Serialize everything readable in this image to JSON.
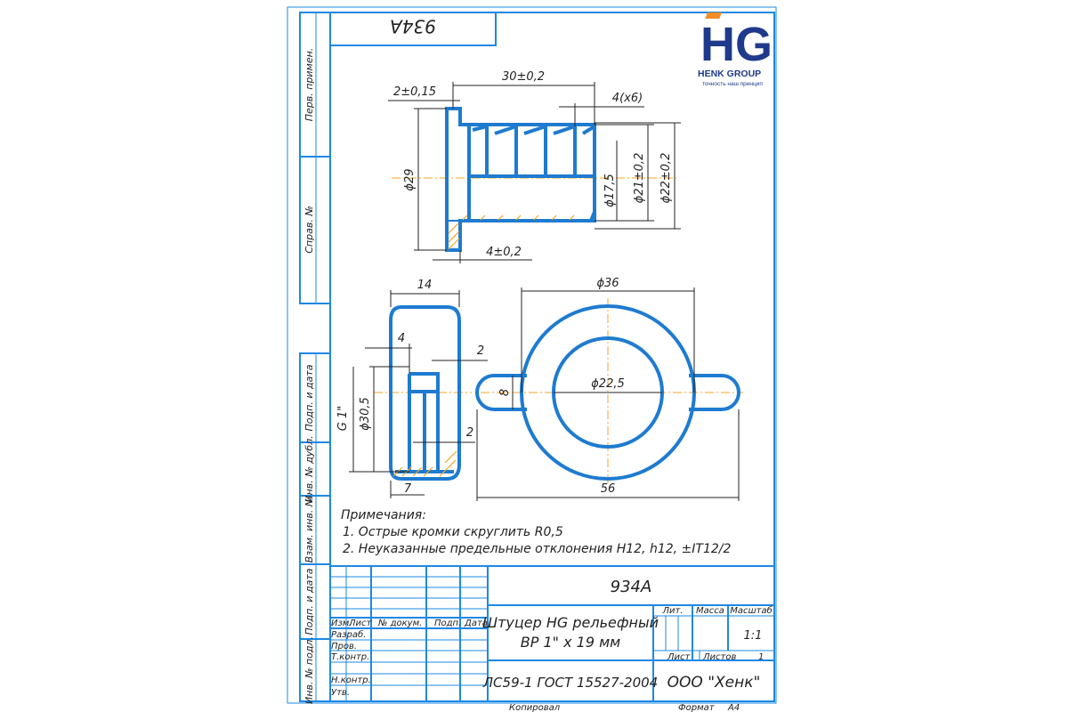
{
  "sheet": {
    "top_code": "934А",
    "side_labels": {
      "perv_primen": "Перв. примен.",
      "sprav_no": "Справ. №",
      "podp_data_1": "Подп. и дата",
      "inv_dubl": "Инв. № дубл.",
      "vzam_inv": "Взам. инв. №",
      "podp_data_2": "Подп. и дата",
      "inv_podl": "Инв. № подл."
    }
  },
  "logo": {
    "mark": "HG",
    "name": "HENK GROUP",
    "tagline": "точность наш принцип",
    "colors": {
      "blue": "#1f3a8a",
      "orange": "#f28c28"
    }
  },
  "drawing": {
    "top_view": {
      "d_length": "30±0,2",
      "d_flange": "2±0,15",
      "d_ribs": "4(x6)",
      "d_phi29": "ϕ29",
      "d_phi175": "ϕ17,5",
      "d_phi21": "ϕ21±0,2",
      "d_phi22": "ϕ22±0,2",
      "d_base": "4±0,2"
    },
    "nut_section": {
      "d_width": "14",
      "d_4": "4",
      "d_2_top": "2",
      "d_2_bottom": "2",
      "d_phi305": "ϕ30,5",
      "d_thread": "G 1\"",
      "d_7": "7"
    },
    "nut_front": {
      "d_phi36": "ϕ36",
      "d_phi225": "ϕ22,5",
      "d_8": "8",
      "d_56": "56"
    }
  },
  "notes": {
    "heading": "Примечания:",
    "items": [
      "1. Острые кромки скруглить R0,5",
      "2. Неуказанные предельные отклонения H12, h12, ±IT12/2"
    ]
  },
  "title_block": {
    "code": "934А",
    "name_line1": "Штуцер HG рельефный",
    "name_line2": "ВР 1\" х 19 мм",
    "material": "ЛС59-1 ГОСТ 15527-2004",
    "company": "ООО \"Хенк\"",
    "col_izm": "Изм.",
    "col_list": "Лист",
    "col_docum": "№ докум.",
    "col_podp": "Подп.",
    "col_data": "Дата",
    "row_razrab": "Разраб.",
    "row_prov": "Пров.",
    "row_tkontr": "Т.контр.",
    "row_nkontr": "Н.контр.",
    "row_utv": "Утв.",
    "lit": "Лит.",
    "massa": "Масса",
    "masshtab": "Масштаб",
    "scale_value": "1:1",
    "list_label": "Лист",
    "listov_label": "Листов",
    "listov_value": "1",
    "kopiroval": "Копировал",
    "format_label": "Формат",
    "format_value": "А4"
  }
}
